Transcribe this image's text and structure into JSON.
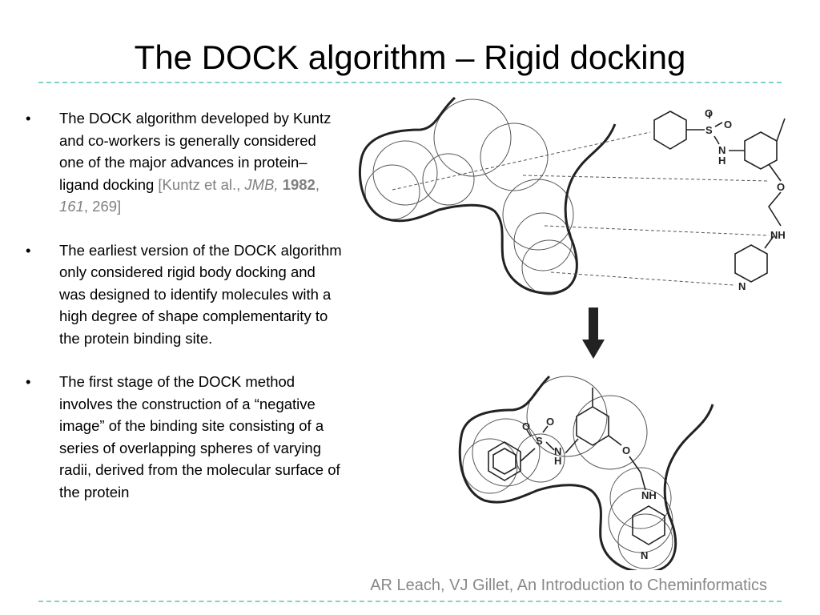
{
  "title": "The DOCK algorithm – Rigid docking",
  "bullets": [
    {
      "text": "The DOCK algorithm developed by Kuntz and co-workers is generally considered one of the major advances in protein–ligand docking ",
      "citation": {
        "open": "[Kuntz et al., ",
        "journal": "JMB,",
        "year": "1982",
        "comma1": ", ",
        "volume": "161",
        "rest": ", 269]"
      }
    },
    {
      "text": "The earliest version of the DOCK algorithm only considered rigid body docking and was designed to identify molecules with a high degree of shape complementarity to the protein binding site."
    },
    {
      "text": "The first stage of the DOCK method involves the construction of a “negative image” of the binding site consisting of a series of overlapping spheres of varying radii, derived from the molecular surface of the protein"
    }
  ],
  "bullet_symbol": "•",
  "source": "AR Leach, VJ Gillet, An Introduction to Cheminformatics",
  "figure": {
    "atom_labels": {
      "O": "O",
      "S": "S",
      "N": "N",
      "H": "H",
      "NH": "NH"
    }
  },
  "colors": {
    "divider": "#7fd1c5",
    "citation": "#808080",
    "source": "#888888"
  }
}
